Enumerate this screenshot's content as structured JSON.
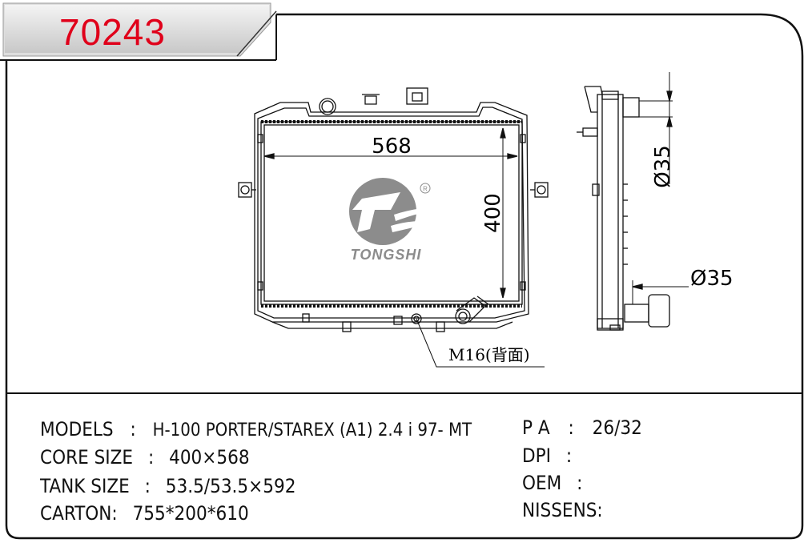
{
  "header": {
    "part_number": "70243"
  },
  "drawing": {
    "width_dim": "568",
    "height_dim": "400",
    "inlet_dim": "Ø35",
    "outlet_dim": "Ø35",
    "callout": "M16(背面)",
    "logo_text": "TONGSHI",
    "registered_mark": "R"
  },
  "specs": {
    "models_label": "MODELS",
    "models_value": "H-100 PORTER/STAREX (A1) 2.4 i 97- MT",
    "core_label": "CORE SIZE",
    "core_value": "400×568",
    "tank_label": "TANK SIZE",
    "tank_value": "53.5/53.5×592",
    "carton_label": "CARTON:",
    "carton_value": "755*200*610",
    "pa_label": "P A",
    "pa_value": "26/32",
    "dpi_label": "DPI",
    "oem_label": "OEM",
    "nissens_label": "NISSENS:",
    "colon": ":"
  },
  "colors": {
    "part_number": "#e0001a",
    "line": "#111111",
    "logo": "#8c8c8c",
    "tab_shadow": "#cccccc"
  }
}
